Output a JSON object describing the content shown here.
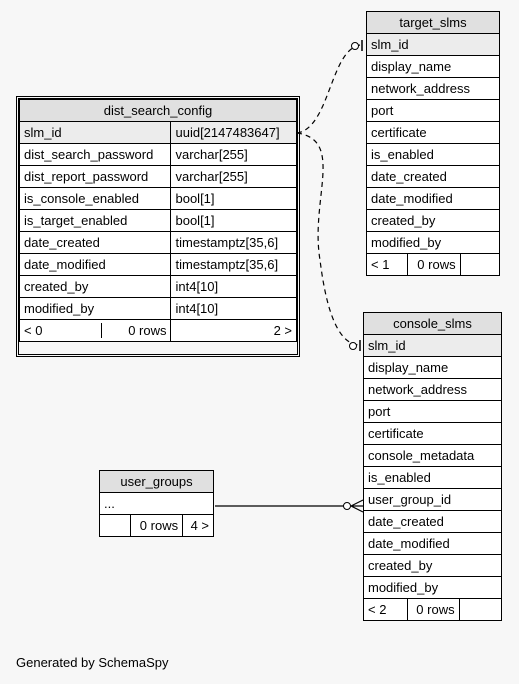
{
  "tables": {
    "dist_search_config": {
      "name": "dist_search_config",
      "rows": [
        {
          "name": "slm_id",
          "type": "uuid[2147483647]"
        },
        {
          "name": "dist_search_password",
          "type": "varchar[255]"
        },
        {
          "name": "dist_report_password",
          "type": "varchar[255]"
        },
        {
          "name": "is_console_enabled",
          "type": "bool[1]"
        },
        {
          "name": "is_target_enabled",
          "type": "bool[1]"
        },
        {
          "name": "date_created",
          "type": "timestamptz[35,6]"
        },
        {
          "name": "date_modified",
          "type": "timestamptz[35,6]"
        },
        {
          "name": "created_by",
          "type": "int4[10]"
        },
        {
          "name": "modified_by",
          "type": "int4[10]"
        }
      ],
      "footer": {
        "parents": "< 0",
        "rows": "0 rows",
        "children": "2 >"
      }
    },
    "target_slms": {
      "name": "target_slms",
      "rows": [
        "slm_id",
        "display_name",
        "network_address",
        "port",
        "certificate",
        "is_enabled",
        "date_created",
        "date_modified",
        "created_by",
        "modified_by"
      ],
      "footer": {
        "parents": "< 1",
        "rows": "0 rows",
        "children": ""
      }
    },
    "console_slms": {
      "name": "console_slms",
      "rows": [
        "slm_id",
        "display_name",
        "network_address",
        "port",
        "certificate",
        "console_metadata",
        "is_enabled",
        "user_group_id",
        "date_created",
        "date_modified",
        "created_by",
        "modified_by"
      ],
      "footer": {
        "parents": "< 2",
        "rows": "0 rows",
        "children": ""
      }
    },
    "user_groups": {
      "name": "user_groups",
      "rows": [
        "..."
      ],
      "footer": {
        "parents": "",
        "rows": "0 rows",
        "children": "4 >"
      }
    }
  },
  "footer_text": "Generated by SchemaSpy"
}
